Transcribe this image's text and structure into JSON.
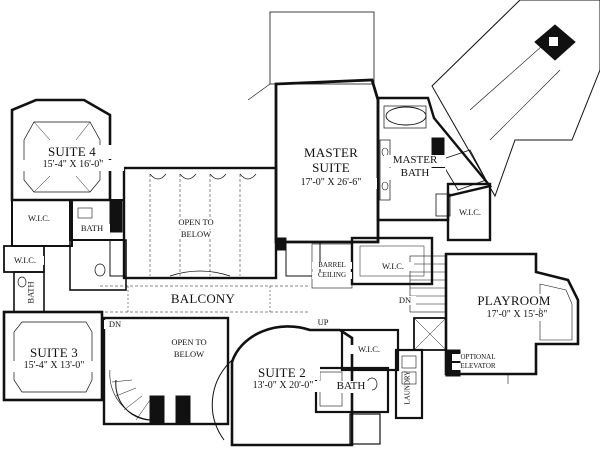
{
  "plan": {
    "rooms": {
      "suite4": {
        "name": "SUITE 4",
        "size": "15'-4\" X 16'-0\""
      },
      "master_suite": {
        "name_line1": "MASTER",
        "name_line2": "SUITE",
        "size": "17'-0\" X 26'-6\""
      },
      "master_bath": {
        "name_line1": "MASTER",
        "name_line2": "BATH"
      },
      "wic_master_bath": "W.I.C.",
      "wic_suite4": "W.I.C.",
      "bath_suite4": "BATH",
      "open_to_below_top": {
        "line1": "OPEN TO",
        "line2": "BELOW"
      },
      "wic_center": "W.I.C.",
      "barrel_ceiling": {
        "line1": "BARREL",
        "line2": "CEILING"
      },
      "wic_left_low": "W.I.C.",
      "bath_left_vertical": "BATH",
      "balcony": "BALCONY",
      "dn_left": "DN",
      "dn_center": "DN",
      "up_center": "UP",
      "suite3": {
        "name": "SUITE 3",
        "size": "15'-4\" X 13'-0\""
      },
      "open_to_below_bottom": {
        "line1": "OPEN TO",
        "line2": "BELOW"
      },
      "suite2": {
        "name": "SUITE 2",
        "size": "13'-0\" X 20'-0\""
      },
      "wic_suite2": "W.I.C.",
      "bath_suite2": "BATH",
      "laundry": "LAUNDRY",
      "playroom": {
        "name": "PLAYROOM",
        "size": "17'-0\" X 15'-8\""
      },
      "optional_elevator": {
        "line1": "OPTIONAL",
        "line2": "ELEVATOR"
      }
    }
  }
}
